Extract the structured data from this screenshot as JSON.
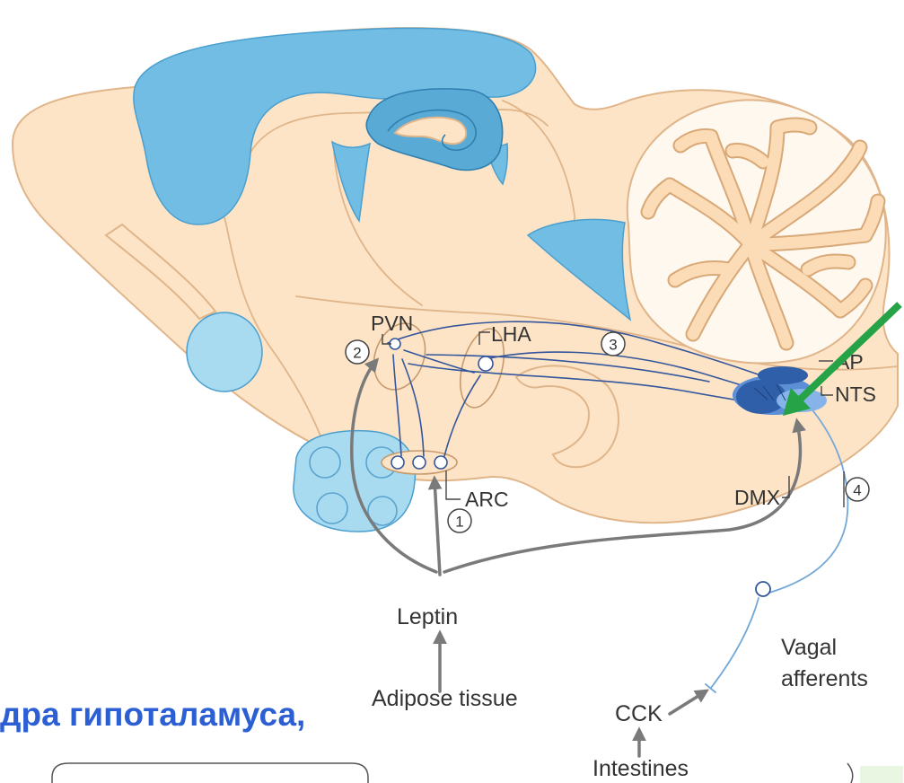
{
  "diagram": {
    "labels": {
      "pvn": "PVN",
      "lha": "LHA",
      "arc": "ARC",
      "ap": "AP",
      "nts": "NTS",
      "dmx": "DMX",
      "leptin": "Leptin",
      "adipose_tissue": "Adipose tissue",
      "cck": "CCK",
      "vagal_afferents_line1": "Vagal",
      "vagal_afferents_line2": "afferents",
      "intestines": "Intestines"
    },
    "pathway_markers": {
      "arc_pathway": "1",
      "pvn_pathway": "2",
      "brainstem_pathway": "3",
      "vagal_pathway": "4"
    }
  },
  "caption": "дра гипоталамуса,",
  "colors": {
    "brain_fill": "#fde4c6",
    "brain_outline": "#e0b58a",
    "ventricle_blue": "#72bde3",
    "ventricle_outline": "#4a9fcf",
    "light_blue": "#a8daf0",
    "hippocampus_blue": "#5aaad6",
    "cerebellum_fill": "#fff8ef",
    "folia_fill": "#fbdcb6",
    "folia_outline": "#d9a877",
    "nucleus_dark_blue": "#2f5fa8",
    "nucleus_mid_blue": "#5c8fd6",
    "nucleus_light_blue": "#86b4e8",
    "neuron_line": "#34569c",
    "vagal_line": "#72a7d8",
    "pathway_arrow": "#7a7a7a",
    "highlight_arrow": "#26a247",
    "caption_blue": "#2d5fd4"
  }
}
